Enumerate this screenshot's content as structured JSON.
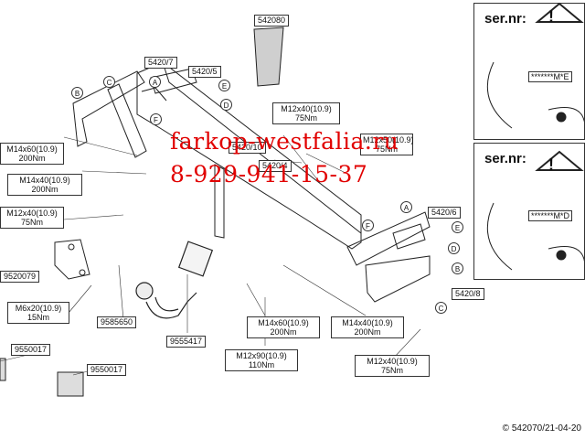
{
  "watermark": {
    "line1": "farkop-westfalia.ru",
    "line2": "8-929-941-15-37",
    "color": "#e10000"
  },
  "parts": {
    "p542080": "542080",
    "p5420_7": "5420/7",
    "p5420_5": "5420/5",
    "p5420_4": "5420/4",
    "p5420_10": "5420/10",
    "p5420_6": "5420/6",
    "p5420_8": "5420/8",
    "p9520079": "9520079",
    "p9585650": "9585650",
    "p9555417": "9555417",
    "p9550017a": "9550017",
    "p9550017b": "9550017"
  },
  "bolts": {
    "b1": {
      "size": "M14x60(10.9)",
      "torque": "200Nm"
    },
    "b2": {
      "size": "M14x40(10.9)",
      "torque": "200Nm"
    },
    "b3": {
      "size": "M12x40(10.9)",
      "torque": "75Nm"
    },
    "b4": {
      "size": "M6x20(10.9)",
      "torque": "15Nm"
    },
    "b5": {
      "size": "M12x40(10.9)",
      "torque": "75Nm"
    },
    "b6": {
      "size": "M12x50(10.9)",
      "torque": "75Nm"
    },
    "b7": {
      "size": "M14x60(10.9)",
      "torque": "200Nm"
    },
    "b8": {
      "size": "M14x40(10.9)",
      "torque": "200Nm"
    },
    "b9": {
      "size": "M12x90(10.9)",
      "torque": "110Nm"
    },
    "b10": {
      "size": "M12x40(10.9)",
      "torque": "75Nm"
    }
  },
  "letters": {
    "topB": "B",
    "topC": "C",
    "topA": "A",
    "topE": "E",
    "topD": "D",
    "topF": "F",
    "rA": "A",
    "rE": "E",
    "rD": "D",
    "rF": "F",
    "rB": "B",
    "rC": "C"
  },
  "serial": {
    "label1": "ser.nr:",
    "code1": "*******M*E",
    "label2": "ser.nr:",
    "code2": "*******M*D"
  },
  "footer": "© 542070/21-04-20"
}
